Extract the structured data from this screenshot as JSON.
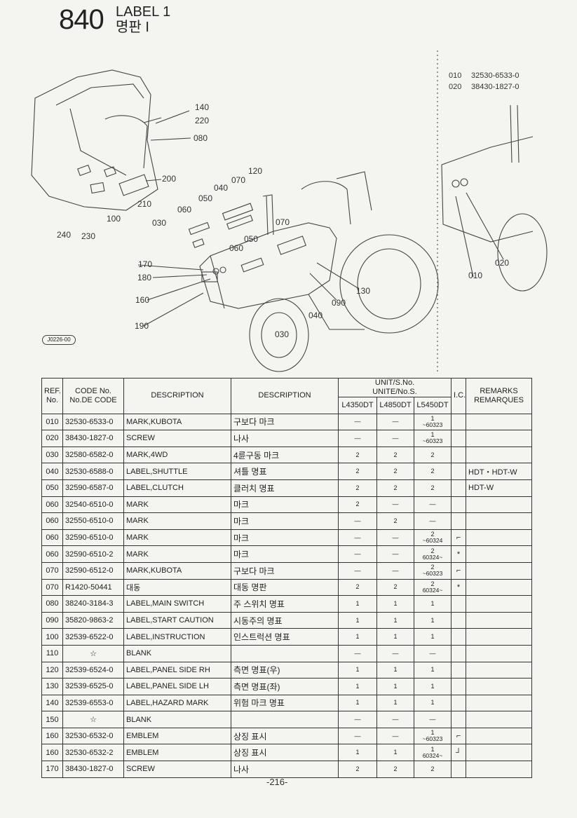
{
  "header": {
    "page_number": "840",
    "title_en": "LABEL 1",
    "title_ko": "명판 I"
  },
  "diagram": {
    "callouts": [
      "140",
      "220",
      "080",
      "200",
      "210",
      "100",
      "230",
      "240",
      "120",
      "070",
      "040",
      "050",
      "060",
      "030",
      "170",
      "180",
      "160",
      "190",
      "130",
      "090",
      "040",
      "030",
      "070",
      "050",
      "060"
    ],
    "inset_callouts": [
      "010",
      "020"
    ],
    "stamp": "J0226-00"
  },
  "inset_parts": [
    {
      "ref": "010",
      "code": "32530-6533-0"
    },
    {
      "ref": "020",
      "code": "38430-1827-0"
    }
  ],
  "table": {
    "headers": {
      "ref": "REF.\nNo.",
      "code": "CODE No.\nNo.DE CODE",
      "desc_en": "DESCRIPTION",
      "desc_ko": "DESCRIPTION",
      "unit": "UNIT/S.No.\nUNITE/No.S.",
      "models": [
        "L4350DT",
        "L4850DT",
        "L5450DT"
      ],
      "ic": "I.C.",
      "remarks": "REMARKS\nREMARQUES"
    },
    "rows": [
      {
        "ref": "010",
        "code": "32530-6533-0",
        "en": "MARK,KUBOTA",
        "ko": "구보다 마크",
        "q1": "—",
        "q2": "—",
        "q3": "1",
        "q3b": "~60323",
        "ic": "",
        "rem": ""
      },
      {
        "ref": "020",
        "code": "38430-1827-0",
        "en": "SCREW",
        "ko": "나사",
        "q1": "—",
        "q2": "—",
        "q3": "1",
        "q3b": "~60323",
        "ic": "",
        "rem": ""
      },
      {
        "ref": "030",
        "code": "32580-6582-0",
        "en": "MARK,4WD",
        "ko": "4륜구동 마크",
        "q1": "2",
        "q2": "2",
        "q3": "2",
        "q3b": "",
        "ic": "",
        "rem": ""
      },
      {
        "ref": "040",
        "code": "32530-6588-0",
        "en": "LABEL,SHUTTLE",
        "ko": "셔틀 명표",
        "q1": "2",
        "q2": "2",
        "q3": "2",
        "q3b": "",
        "ic": "",
        "rem": "HDT・HDT-W"
      },
      {
        "ref": "050",
        "code": "32590-6587-0",
        "en": "LABEL,CLUTCH",
        "ko": "클러치 명표",
        "q1": "2",
        "q2": "2",
        "q3": "2",
        "q3b": "",
        "ic": "",
        "rem": "HDT-W"
      },
      {
        "ref": "060",
        "code": "32540-6510-0",
        "en": "MARK",
        "ko": "마크",
        "q1": "2",
        "q2": "—",
        "q3": "—",
        "q3b": "",
        "ic": "",
        "rem": ""
      },
      {
        "ref": "060",
        "code": "32550-6510-0",
        "en": "MARK",
        "ko": "마크",
        "q1": "—",
        "q2": "2",
        "q3": "—",
        "q3b": "",
        "ic": "",
        "rem": ""
      },
      {
        "ref": "060",
        "code": "32590-6510-0",
        "en": "MARK",
        "ko": "마크",
        "q1": "—",
        "q2": "—",
        "q3": "2",
        "q3b": "~60324",
        "ic": "⌐",
        "rem": ""
      },
      {
        "ref": "060",
        "code": "32590-6510-2",
        "en": "MARK",
        "ko": "마크",
        "q1": "—",
        "q2": "—",
        "q3": "2",
        "q3b": "60324~",
        "ic": "*",
        "rem": ""
      },
      {
        "ref": "070",
        "code": "32590-6512-0",
        "en": "MARK,KUBOTA",
        "ko": "구보다 마크",
        "q1": "—",
        "q2": "—",
        "q3": "2",
        "q3b": "~60323",
        "ic": "⌐",
        "rem": ""
      },
      {
        "ref": "070",
        "code": "R1420-50441",
        "en": "대동",
        "ko": "대동 명판",
        "q1": "2",
        "q2": "2",
        "q3": "2",
        "q3b": "60324~",
        "ic": "*",
        "rem": ""
      },
      {
        "ref": "080",
        "code": "38240-3184-3",
        "en": "LABEL,MAIN SWITCH",
        "ko": "주 스위치 명표",
        "q1": "1",
        "q2": "1",
        "q3": "1",
        "q3b": "",
        "ic": "",
        "rem": ""
      },
      {
        "ref": "090",
        "code": "35820-9863-2",
        "en": "LABEL,START CAUTION",
        "ko": "시동주의 명표",
        "q1": "1",
        "q2": "1",
        "q3": "1",
        "q3b": "",
        "ic": "",
        "rem": ""
      },
      {
        "ref": "100",
        "code": "32539-6522-0",
        "en": "LABEL,INSTRUCTION",
        "ko": "인스트럭션 명표",
        "q1": "1",
        "q2": "1",
        "q3": "1",
        "q3b": "",
        "ic": "",
        "rem": ""
      },
      {
        "ref": "110",
        "code": "☆",
        "en": "BLANK",
        "ko": "",
        "q1": "—",
        "q2": "—",
        "q3": "—",
        "q3b": "",
        "ic": "",
        "rem": ""
      },
      {
        "ref": "120",
        "code": "32539-6524-0",
        "en": "LABEL,PANEL SIDE RH",
        "ko": "측면 명표(우)",
        "q1": "1",
        "q2": "1",
        "q3": "1",
        "q3b": "",
        "ic": "",
        "rem": ""
      },
      {
        "ref": "130",
        "code": "32539-6525-0",
        "en": "LABEL,PANEL SIDE LH",
        "ko": "측면 명표(좌)",
        "q1": "1",
        "q2": "1",
        "q3": "1",
        "q3b": "",
        "ic": "",
        "rem": ""
      },
      {
        "ref": "140",
        "code": "32539-6553-0",
        "en": "LABEL,HAZARD MARK",
        "ko": "위험 마크 명표",
        "q1": "1",
        "q2": "1",
        "q3": "1",
        "q3b": "",
        "ic": "",
        "rem": ""
      },
      {
        "ref": "150",
        "code": "☆",
        "en": "BLANK",
        "ko": "",
        "q1": "—",
        "q2": "—",
        "q3": "—",
        "q3b": "",
        "ic": "",
        "rem": ""
      },
      {
        "ref": "160",
        "code": "32530-6532-0",
        "en": "EMBLEM",
        "ko": "상징 표시",
        "q1": "—",
        "q2": "—",
        "q3": "1",
        "q3b": "~60323",
        "ic": "⌐",
        "rem": ""
      },
      {
        "ref": "160",
        "code": "32530-6532-2",
        "en": "EMBLEM",
        "ko": "상징 표시",
        "q1": "1",
        "q2": "1",
        "q3": "1",
        "q3b": "60324~",
        "ic": "┘",
        "rem": ""
      },
      {
        "ref": "170",
        "code": "38430-1827-0",
        "en": "SCREW",
        "ko": "나사",
        "q1": "2",
        "q2": "2",
        "q3": "2",
        "q3b": "",
        "ic": "",
        "rem": ""
      }
    ]
  },
  "footer": {
    "page": "-216-"
  }
}
